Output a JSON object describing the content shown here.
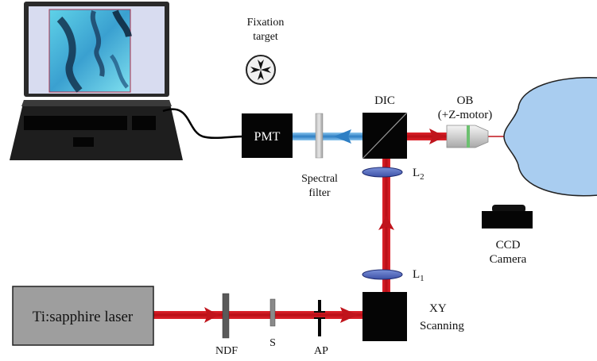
{
  "labels": {
    "fixation_line1": "Fixation",
    "fixation_line2": "target",
    "pmt": "PMT",
    "spectral_line1": "Spectral",
    "spectral_line2": "filter",
    "dic": "DIC",
    "ob_line1": "OB",
    "ob_line2": "(+Z-motor)",
    "l2": "L",
    "l2_sub": "2",
    "l1": "L",
    "l1_sub": "1",
    "ccd_line1": "CCD",
    "ccd_line2": "Camera",
    "laser": "Ti:sapphire laser",
    "ndf": "NDF",
    "s": "S",
    "ap": "AP",
    "xy_line1": "XY",
    "xy_line2": "Scanning"
  },
  "colors": {
    "excitation_beam": "#c0141c",
    "emission_beam": "#3f8fd0",
    "eye": "#a9cdf0",
    "laser_box": "#9e9e9e",
    "screen_frame": "#d8dcf0"
  },
  "icons": {
    "fixation_target": "maltese-cross-icon"
  }
}
